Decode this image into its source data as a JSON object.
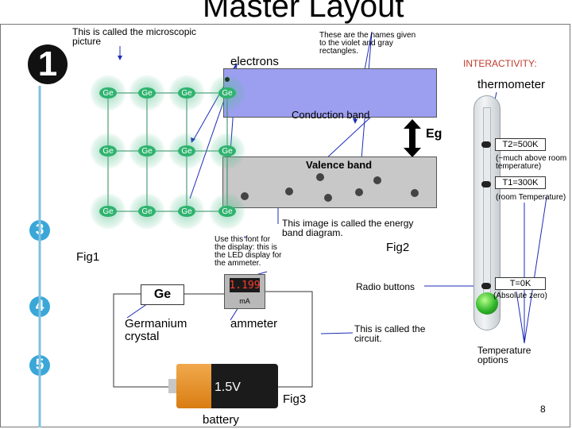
{
  "title": "Master Layout",
  "page_number": "8",
  "badges": [
    "1",
    "3",
    "4",
    "5"
  ],
  "notes": {
    "microscopic": "This is called the microscopic picture",
    "names": "These are the names given to the violet and gray rectangles.",
    "electrons": "electrons",
    "interactivity": "INTERACTIVITY:",
    "thermometer": "thermometer",
    "conduction_band": "Conduction band",
    "eg": "Eg",
    "valence_band": "Valence band",
    "energy_diagram": "This image is called the energy band diagram.",
    "font_note": "Use this font for the display: this is the LED display for the ammeter.",
    "fig1": "Fig1",
    "fig2": "Fig2",
    "fig3": "Fig3",
    "radio_buttons": "Radio buttons",
    "ge_box": "Ge",
    "germanium": "Germanium crystal",
    "ammeter": "ammeter",
    "circuit": "This is called the circuit.",
    "temperature_options": "Temperature options",
    "battery_voltage": "1.5V",
    "battery": "battery"
  },
  "lattice_label": "Ge",
  "ammeter_display": {
    "reading": "1.199",
    "unit": "mA"
  },
  "temperatures": [
    {
      "label": "T2=500K",
      "note": "(~much above room temperature)"
    },
    {
      "label": "T1=300K",
      "note": "(room Temperature)"
    },
    {
      "label": "T=0K",
      "note": "(Absolute zero)"
    }
  ],
  "colors": {
    "conduction_band": "#9c9ef0",
    "valence_band": "#c8c8c8",
    "badge": "#3aa7d8",
    "interactivity": "#c0392b",
    "annotation_arrow": "#1c2bb8"
  }
}
